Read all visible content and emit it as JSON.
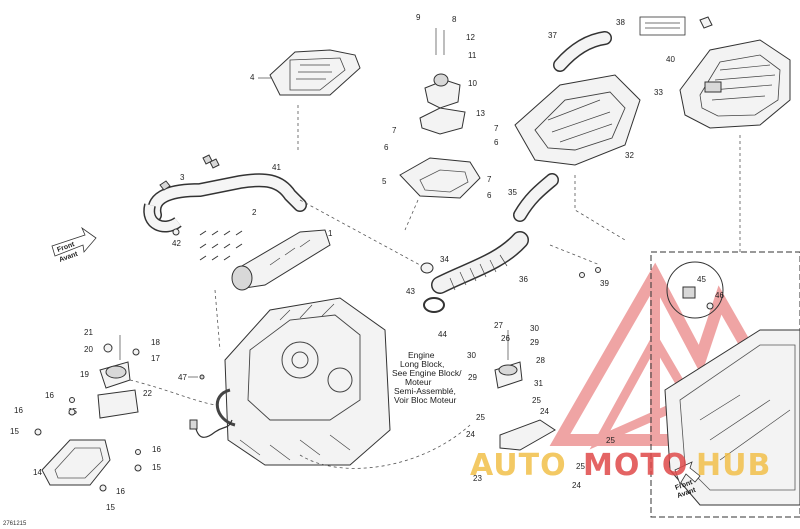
{
  "diagram": {
    "engine_label_lines": [
      "Engine",
      "Long Block,",
      "See Engine Block/",
      "Moteur",
      "Semi-Assemblé,",
      "Voir Bloc Moteur"
    ],
    "front_arrow_left": [
      "Front",
      "Avant"
    ],
    "front_arrow_right": [
      "Front",
      "Avant"
    ],
    "footer_code": "2761215",
    "watermark": {
      "parts": [
        "AUTO",
        "MOTO",
        "HUB"
      ],
      "colors": [
        "#f2c04a",
        "#e04a4a",
        "#f2c04a"
      ]
    },
    "callouts": {
      "c1": "1",
      "c2": "2",
      "c3": "3",
      "c4": "4",
      "c5": "5",
      "c6a": "6",
      "c6b": "6",
      "c7a": "7",
      "c7b": "7",
      "c7c": "7",
      "c8": "8",
      "c9": "9",
      "c10": "10",
      "c11": "11",
      "c12": "12",
      "c13": "13",
      "c14": "14",
      "c15a": "15",
      "c15b": "15",
      "c16a": "16",
      "c16b": "16",
      "c16c": "16",
      "c16d": "16",
      "c17": "17",
      "c18": "18",
      "c19": "19",
      "c20": "20",
      "c21": "21",
      "c22": "22",
      "c23": "23",
      "c24a": "24",
      "c24b": "24",
      "c24c": "24",
      "c25a": "25",
      "c25b": "25",
      "c25c": "25",
      "c25d": "25",
      "c26": "26",
      "c27": "27",
      "c28": "28",
      "c29a": "29",
      "c29b": "29",
      "c30a": "30",
      "c30b": "30",
      "c31": "31",
      "c32": "32",
      "c33": "33",
      "c34": "34",
      "c35": "35",
      "c36": "36",
      "c37": "37",
      "c38": "38",
      "c39": "39",
      "c40": "40",
      "c41": "41",
      "c42": "42",
      "c43": "43",
      "c44": "44",
      "c45": "45",
      "c46": "46",
      "c47": "47"
    }
  }
}
